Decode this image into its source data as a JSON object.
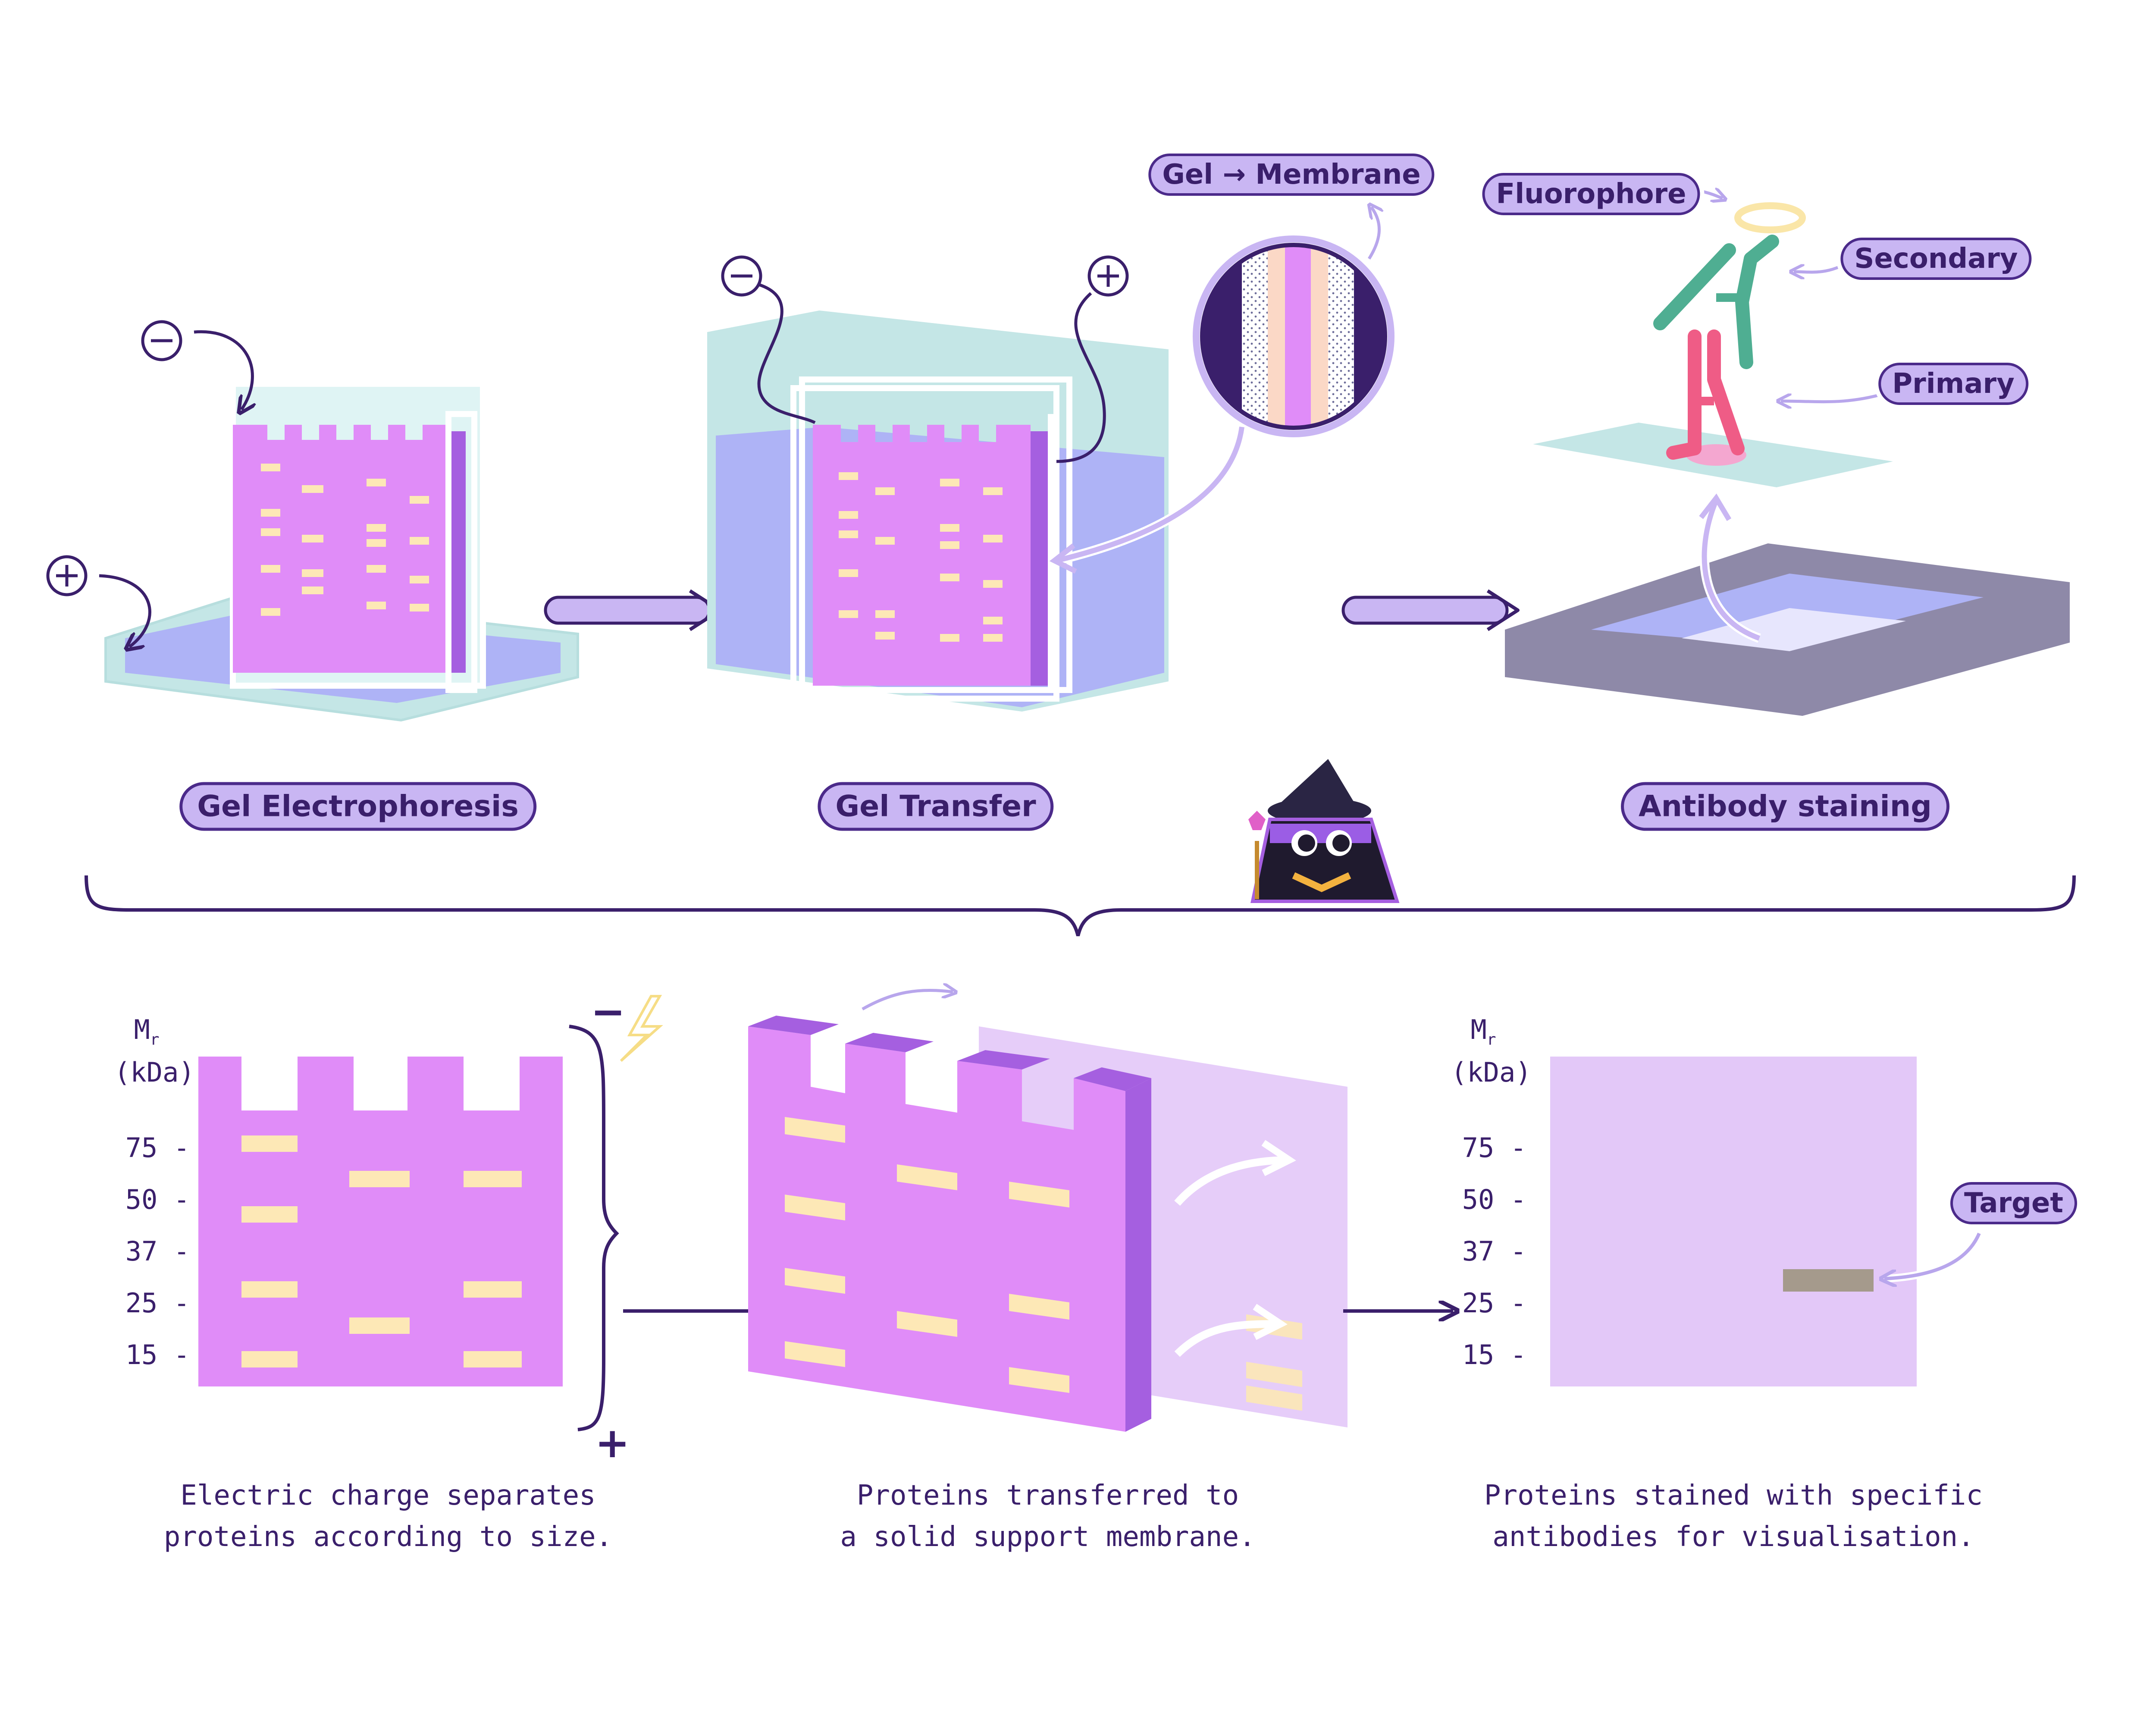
{
  "stages": {
    "electrophoresis": "Gel Electrophoresis",
    "transfer": "Gel Transfer",
    "staining": "Antibody staining"
  },
  "callouts": {
    "gel_membrane": "Gel → Membrane",
    "fluorophore": "Fluorophore",
    "secondary": "Secondary",
    "primary": "Primary",
    "target": "Target"
  },
  "axis": {
    "title_m": "M",
    "title_sub": "r",
    "title_unit": "(kDa)",
    "ticks": [
      "75 -",
      "50 -",
      "37 -",
      "25 -",
      "15 -"
    ]
  },
  "electrodes": {
    "negative": "−",
    "positive": "+"
  },
  "captions": {
    "electrophoresis": [
      "Electric charge separates",
      "proteins according to size."
    ],
    "transfer": [
      "Proteins transferred to",
      "a solid support membrane."
    ],
    "staining": [
      "Proteins stained with specific",
      "antibodies for visualisation."
    ]
  },
  "colors": {
    "gel": "#e08cf8",
    "gel_side": "#a55fe0",
    "band": "#fde8b6",
    "buffer": "#aeb3f6",
    "tank": "#c4e6e6",
    "dark_purple": "#3a1f6b",
    "membrane": "#e3c8f8",
    "tray": "#8e89a8",
    "antibody_primary": "#ef5c86",
    "antibody_secondary": "#4fae92",
    "fluorophore": "#fae6a8",
    "target_band": "#a59a8c"
  }
}
